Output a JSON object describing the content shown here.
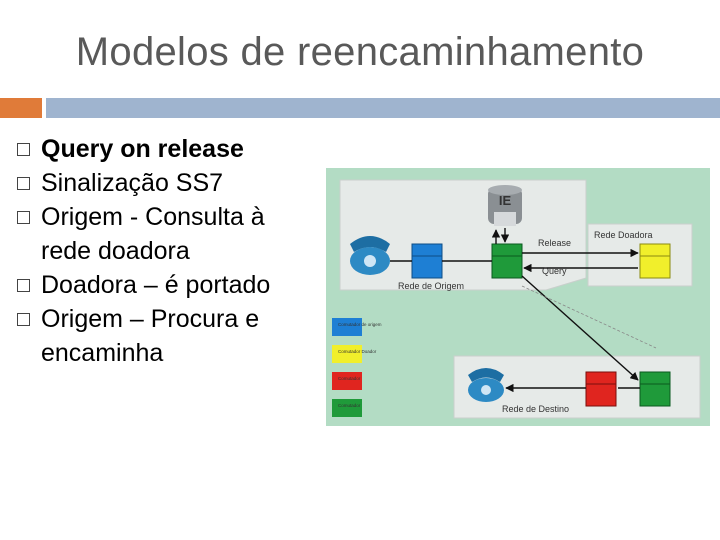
{
  "slide": {
    "title": "Modelos de reencaminhamento"
  },
  "bullets": [
    "Query on release",
    "Sinalização SS7",
    "Origem - Consulta à rede doadora",
    "Doadora – é portado",
    "Origem – Procura e encaminha"
  ],
  "diagram": {
    "ie_label": "IE",
    "release_label": "Release",
    "query_label": "Query",
    "origin_network": "Rede de Origem",
    "donor_network": "Rede Doadora",
    "destination_network": "Rede de Destino",
    "legend": [
      {
        "label": "Comutador de origem",
        "color": "#1e7fd4"
      },
      {
        "label": "Comutador Doador",
        "color": "#f1ef2b"
      },
      {
        "label": "Comutador ",
        "color": "#e0251f"
      },
      {
        "label": "Comutador ",
        "color": "#1f9a3a"
      }
    ],
    "colors": {
      "background": "#b3dcc4",
      "panel": "#e6eae8",
      "origin": "#1e7fd4",
      "donor": "#f1ef2b",
      "destination": "#e0251f",
      "transit": "#1f9a3a",
      "phone": "#2d8ac4"
    }
  }
}
